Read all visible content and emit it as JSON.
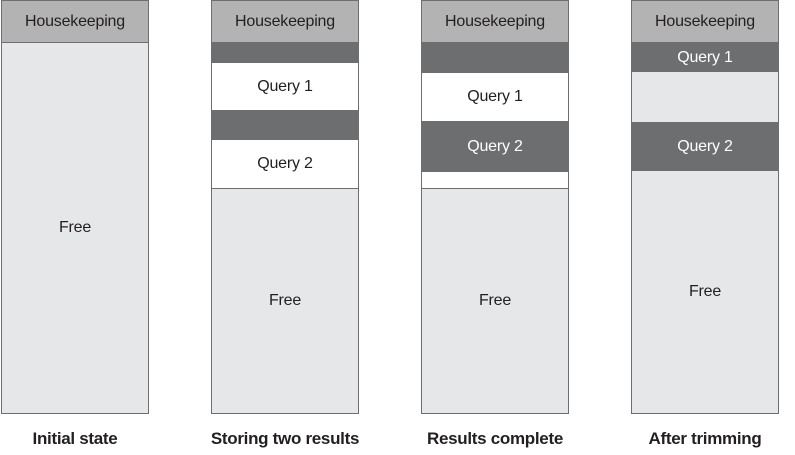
{
  "columns": [
    {
      "caption": "Initial state",
      "housekeeping": "Housekeeping",
      "free": "Free"
    },
    {
      "caption": "Storing two results",
      "housekeeping": "Housekeeping",
      "query1": "Query 1",
      "query2": "Query 2",
      "free": "Free"
    },
    {
      "caption": "Results complete",
      "housekeeping": "Housekeeping",
      "query1": "Query 1",
      "query2": "Query 2",
      "free": "Free"
    },
    {
      "caption": "After trimming",
      "housekeeping": "Housekeeping",
      "query1": "Query 1",
      "query2": "Query 2",
      "free": "Free"
    }
  ],
  "colors": {
    "housekeeping": "#b3b3b3",
    "used_block": "#6d6e70",
    "result_block": "#ffffff",
    "free_space": "#e6e7e8",
    "border": "#6d6e71"
  }
}
